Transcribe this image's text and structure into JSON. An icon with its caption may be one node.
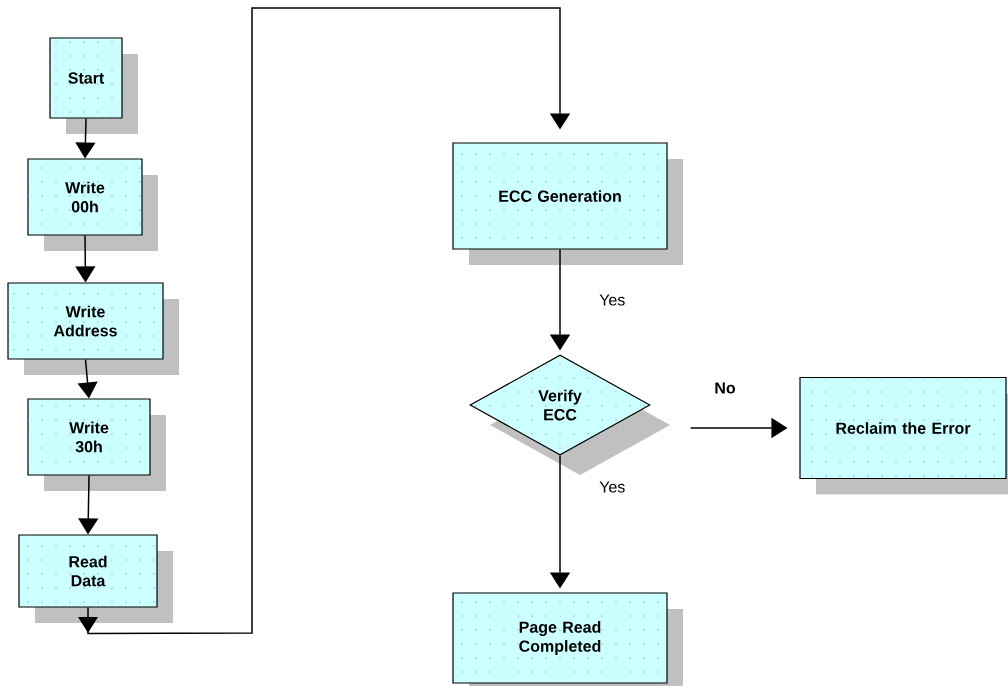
{
  "diagram": {
    "nodes": [
      {
        "text": [
          "Start"
        ]
      },
      {
        "text": [
          "Write 00h"
        ]
      },
      {
        "text": [
          "Write Address"
        ]
      },
      {
        "text": [
          "Write 30h"
        ]
      },
      {
        "text": [
          "Read Data"
        ]
      },
      {
        "text": [
          "ECC Generation"
        ]
      },
      {
        "text": [
          "Verify ECC"
        ]
      },
      {
        "text": [
          "Reclaim the Error"
        ]
      },
      {
        "text": [
          "Page Read Completed"
        ]
      }
    ],
    "edges": [
      {
        "from": 0,
        "to": 1,
        "arrow": "to"
      },
      {
        "from": 1,
        "to": 2,
        "arrow": "to"
      },
      {
        "from": 2,
        "to": 3,
        "arrow": "to"
      },
      {
        "from": 3,
        "to": 4,
        "arrow": "to"
      },
      {
        "from": 4,
        "to": 5,
        "arrow": "to"
      },
      {
        "from": 5,
        "to": 6,
        "arrow": "to",
        "label": "Yes"
      },
      {
        "from": 6,
        "to": 7,
        "arrow": "to",
        "label": "No"
      },
      {
        "from": 6,
        "to": 8,
        "arrow": "to",
        "label": "Yes"
      }
    ]
  }
}
